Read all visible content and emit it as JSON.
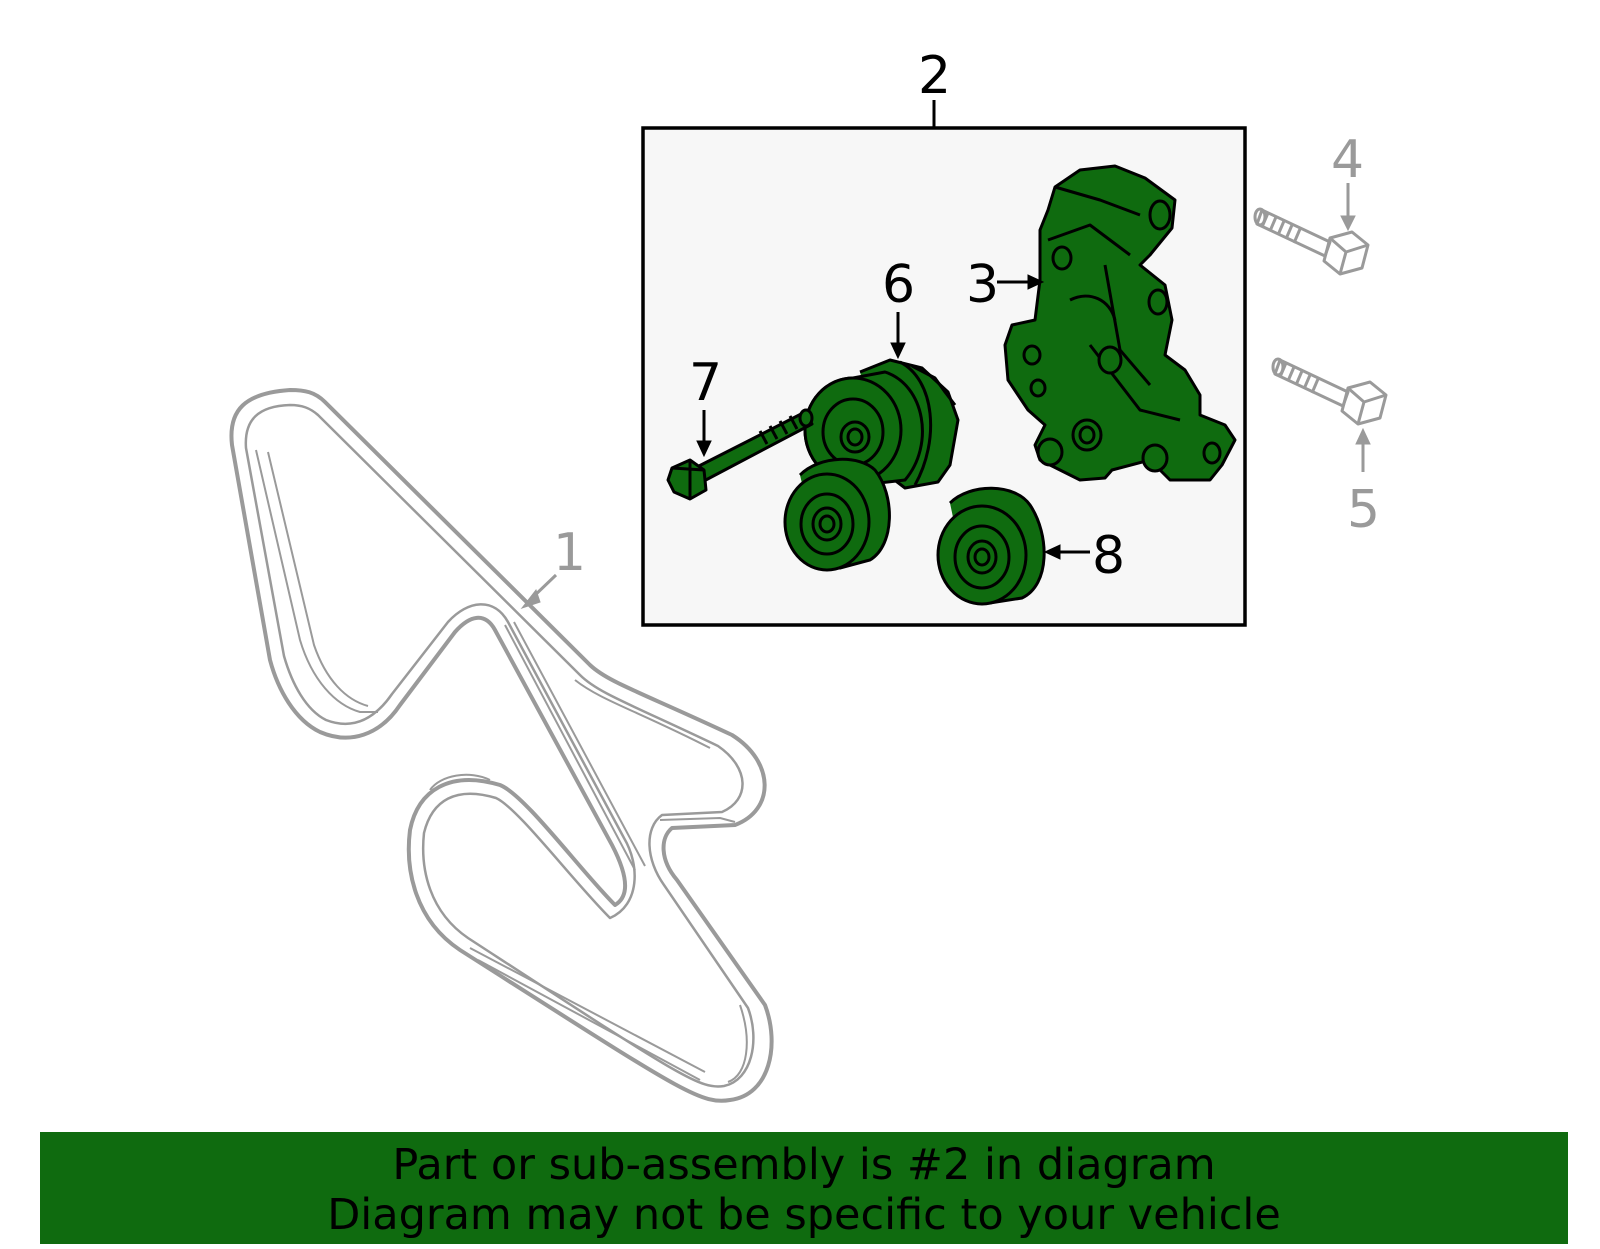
{
  "colors": {
    "part_fill": "#0f6b0f",
    "outline": "#000000",
    "grey_part": "#9a9a9a",
    "box_fill": "#f7f7f7",
    "banner_bg": "#0f6b0f",
    "banner_text": "#000000"
  },
  "callouts": {
    "c1": "1",
    "c2": "2",
    "c3": "3",
    "c4": "4",
    "c5": "5",
    "c6": "6",
    "c7": "7",
    "c8": "8"
  },
  "banner": {
    "line1": "Part or sub-assembly is #2 in diagram",
    "line2": "Diagram may not be specific to your vehicle"
  }
}
